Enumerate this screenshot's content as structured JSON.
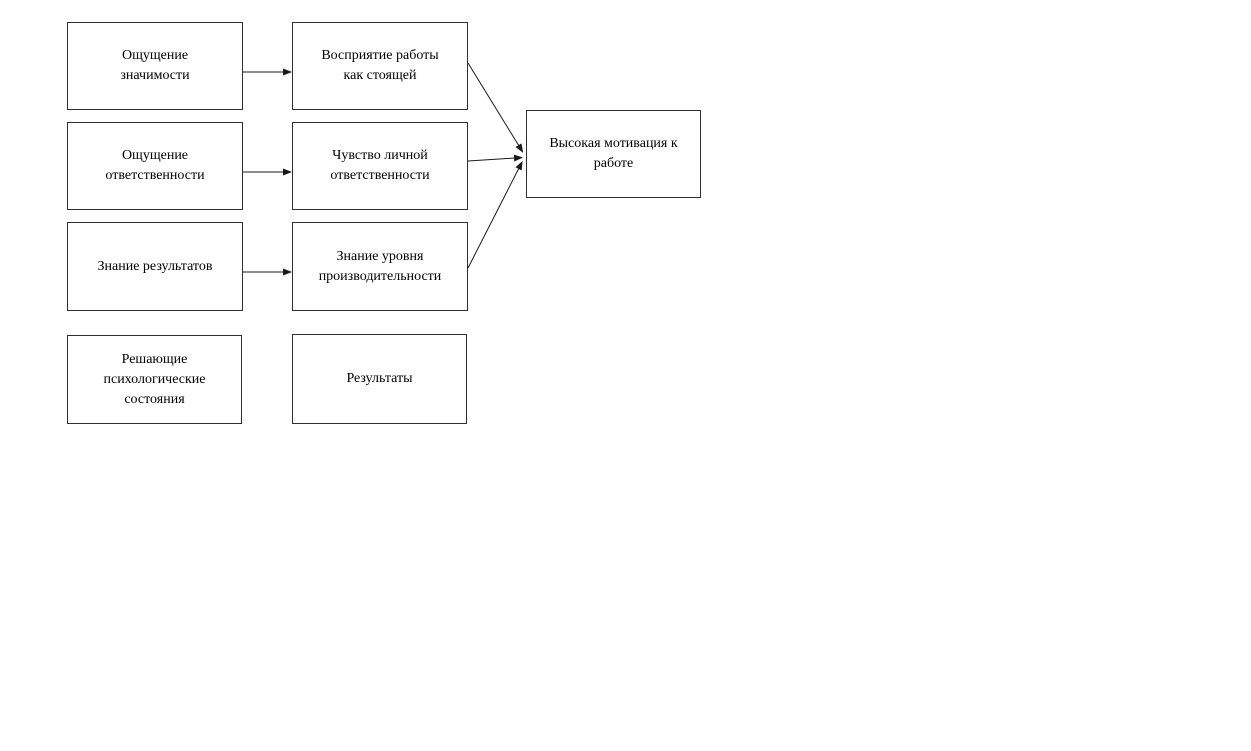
{
  "colors": {
    "background": "#ffffff",
    "box_border": "#2e2e2e",
    "text": "#000000",
    "arrow": "#1a1a1a"
  },
  "diagram": {
    "boxes": [
      {
        "id": "sense-of-significance",
        "label": "Ощущение\nзначимости"
      },
      {
        "id": "perception-of-work-as-worthwhile",
        "label": "Восприятие работы\nкак стоящей"
      },
      {
        "id": "sense-of-responsibility",
        "label": "Ощущение\nответственности"
      },
      {
        "id": "feeling-of-personal-responsibility",
        "label": "Чувство личной\nответственности"
      },
      {
        "id": "knowledge-of-results",
        "label": "Знание результатов"
      },
      {
        "id": "knowledge-of-productivity-level",
        "label": "Знание уровня\nпроизводительности"
      },
      {
        "id": "high-work-motivation",
        "label": "Высокая мотивация к\nработе"
      },
      {
        "id": "critical-psychological-states",
        "label": "Решающие\nпсихологические\nсостояния"
      },
      {
        "id": "results",
        "label": "Результаты"
      }
    ],
    "connections": [
      {
        "from": "sense-of-significance",
        "to": "perception-of-work-as-worthwhile"
      },
      {
        "from": "sense-of-responsibility",
        "to": "feeling-of-personal-responsibility"
      },
      {
        "from": "knowledge-of-results",
        "to": "knowledge-of-productivity-level"
      },
      {
        "from": "perception-of-work-as-worthwhile",
        "to": "high-work-motivation"
      },
      {
        "from": "feeling-of-personal-responsibility",
        "to": "high-work-motivation"
      },
      {
        "from": "knowledge-of-productivity-level",
        "to": "high-work-motivation"
      }
    ]
  }
}
